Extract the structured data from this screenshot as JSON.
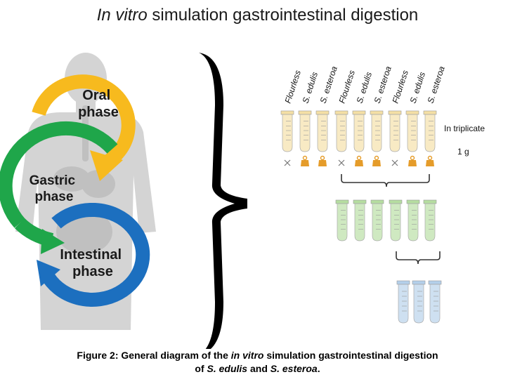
{
  "title": {
    "italic": "In vitro",
    "rest": " simulation gastrointestinal digestion"
  },
  "phases": {
    "oral": [
      "Oral",
      "phase"
    ],
    "gastric": [
      "Gastric",
      "phase"
    ],
    "intestinal": [
      "Intestinal",
      "phase"
    ]
  },
  "samples": [
    "Flourless",
    "S. edulis",
    "S. esteroa",
    "Flourless",
    "S. edulis",
    "S. esteroa",
    "Flourless",
    "S. edulis",
    "S. esteroa"
  ],
  "notes": {
    "triplicate": "In triplicate",
    "mass": "1 g"
  },
  "colors": {
    "oral": "#F7BA1E",
    "gastric": "#1FA64A",
    "intestinal": "#1C6FBF",
    "body": "#D4D4D4",
    "tube_oral": "#F4DFA4",
    "tube_gastric": "#B5DDA0",
    "tube_intestinal": "#B3CFEA",
    "weight": "#E59C2A"
  },
  "caption": {
    "line1_start": "Figure 2: General diagram of the ",
    "line1_italic": "in vitro",
    "line1_end": " simulation gastrointestinal digestion",
    "line2_start": "of ",
    "line2_it1": "S. edulis",
    "line2_mid": " and ",
    "line2_it2": "S. esteroa",
    "line2_end": "."
  }
}
